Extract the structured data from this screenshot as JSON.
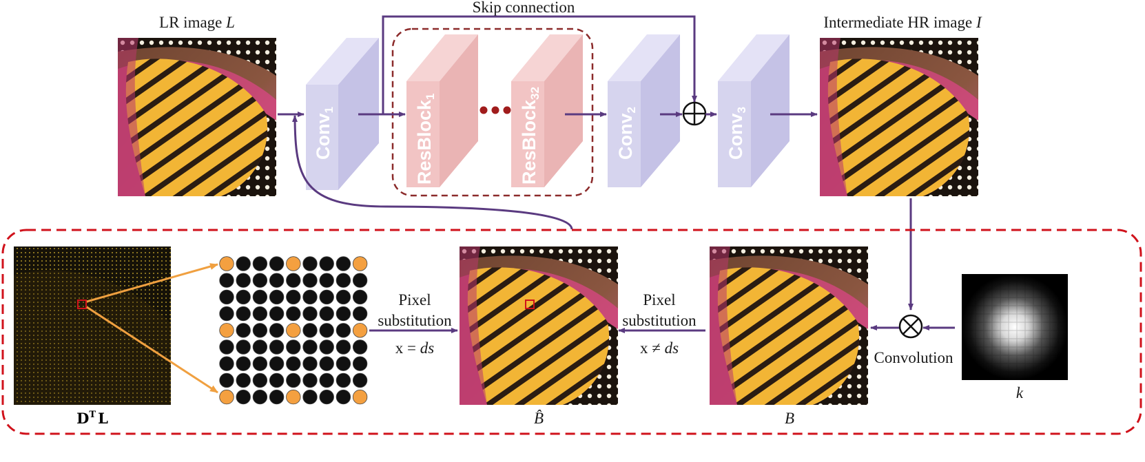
{
  "lr_image": {
    "label": "LR image",
    "symbol": "L"
  },
  "hr_image": {
    "label": "Intermediate HR image",
    "symbol": "I"
  },
  "skip_label": "Skip connection",
  "blocks": [
    {
      "name": "Conv",
      "sub": "1"
    },
    {
      "name": "ResBlock",
      "sub": "1"
    },
    {
      "name": "ResBlock",
      "sub": "32"
    },
    {
      "name": "Conv",
      "sub": "2"
    },
    {
      "name": "Conv",
      "sub": "3"
    }
  ],
  "sum_symbol": "⊕",
  "conv_symbol": "⊗",
  "pixel_sub_left": {
    "line1": "Pixel",
    "line2": "substitution",
    "eq_lhs": "x",
    "eq_op": "=",
    "eq_rhs": "ds"
  },
  "pixel_sub_right": {
    "line1": "Pixel",
    "line2": "substitution",
    "eq_lhs": "x",
    "eq_op": "≠",
    "eq_rhs": "ds"
  },
  "convolution_label": "Convolution",
  "kernel_label": "k",
  "dtl_label": {
    "D": "D",
    "T": "T",
    "L": "L"
  },
  "bhat_label": "B̂",
  "b_label": "B",
  "colors": {
    "conv_block": "#d6d4ee",
    "resblock": "#f2c4c4",
    "arrow_purple": "#5a3a80",
    "arrow_orange": "#f0a040",
    "dashed_red": "#d0121b",
    "dashed_brown": "#8b2a2a",
    "grid_black": "#111111",
    "grid_orange": "#f4a040"
  },
  "grid_highlight": [
    [
      1,
      0,
      0,
      0,
      1,
      0,
      0,
      0,
      1
    ],
    [
      0,
      0,
      0,
      0,
      0,
      0,
      0,
      0,
      0
    ],
    [
      0,
      0,
      0,
      0,
      0,
      0,
      0,
      0,
      0
    ],
    [
      0,
      0,
      0,
      0,
      0,
      0,
      0,
      0,
      0
    ],
    [
      1,
      0,
      0,
      0,
      1,
      0,
      0,
      0,
      1
    ],
    [
      0,
      0,
      0,
      0,
      0,
      0,
      0,
      0,
      0
    ],
    [
      0,
      0,
      0,
      0,
      0,
      0,
      0,
      0,
      0
    ],
    [
      0,
      0,
      0,
      0,
      0,
      0,
      0,
      0,
      0
    ],
    [
      1,
      0,
      0,
      0,
      1,
      0,
      0,
      0,
      1
    ]
  ]
}
